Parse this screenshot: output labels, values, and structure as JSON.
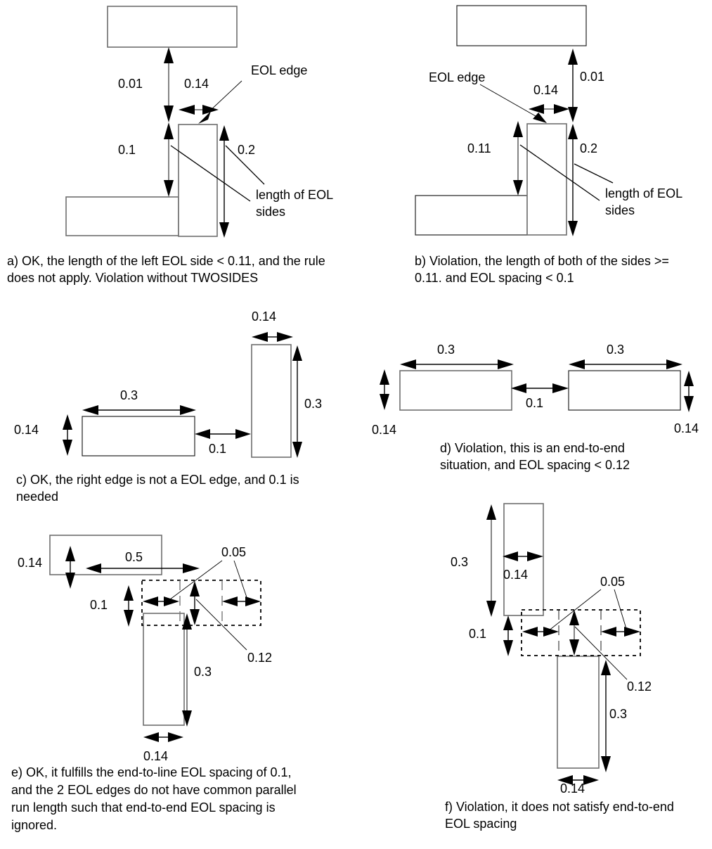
{
  "panels": {
    "a": {
      "labels": {
        "top_gap": "0.01",
        "eol_width": "0.14",
        "eol_edge": "EOL edge",
        "left_side": "0.1",
        "right_side": "0.2",
        "sides_line1": "length of EOL",
        "sides_line2": "sides"
      },
      "caption": [
        "a) OK, the length of the left EOL side < 0.11, and the rule",
        "does not apply. Violation without TWOSIDES"
      ]
    },
    "b": {
      "labels": {
        "top_gap": "0.01",
        "eol_width": "0.14",
        "eol_edge": "EOL edge",
        "left_side": "0.11",
        "right_side": "0.2",
        "sides_line1": "length of EOL",
        "sides_line2": "sides"
      },
      "caption": [
        "b) Violation, the length of both of the sides >=",
        "0.11. and EOL spacing < 0.1"
      ]
    },
    "c": {
      "labels": {
        "top_width": "0.14",
        "horiz_len": "0.3",
        "horiz_width": "0.14",
        "gap": "0.1",
        "vert_len": "0.3"
      },
      "caption": [
        "c) OK, the right edge is not a EOL edge, and 0.1 is",
        "needed"
      ]
    },
    "d": {
      "labels": {
        "left_len": "0.3",
        "right_len": "0.3",
        "gap": "0.1",
        "left_width": "0.14",
        "right_width": "0.14"
      },
      "caption": [
        "d) Violation, this is an end-to-end",
        "situation, and EOL spacing < 0.12"
      ]
    },
    "e": {
      "labels": {
        "top_width": "0.14",
        "span": "0.5",
        "ext": "0.05",
        "gap": "0.1",
        "within": "0.12",
        "vert_len": "0.3",
        "bottom_width": "0.14"
      },
      "caption": [
        "e) OK, it fulfills the end-to-line EOL spacing of 0.1,",
        "and the 2 EOL edges do not have common parallel",
        "run length such that end-to-end EOL spacing is",
        "ignored."
      ]
    },
    "f": {
      "labels": {
        "top_len": "0.3",
        "top_width": "0.14",
        "ext": "0.05",
        "gap": "0.1",
        "within": "0.12",
        "bottom_len": "0.3",
        "bottom_width": "0.14"
      },
      "caption": [
        "f) Violation, it does not satisfy end-to-end",
        "EOL spacing"
      ]
    }
  }
}
